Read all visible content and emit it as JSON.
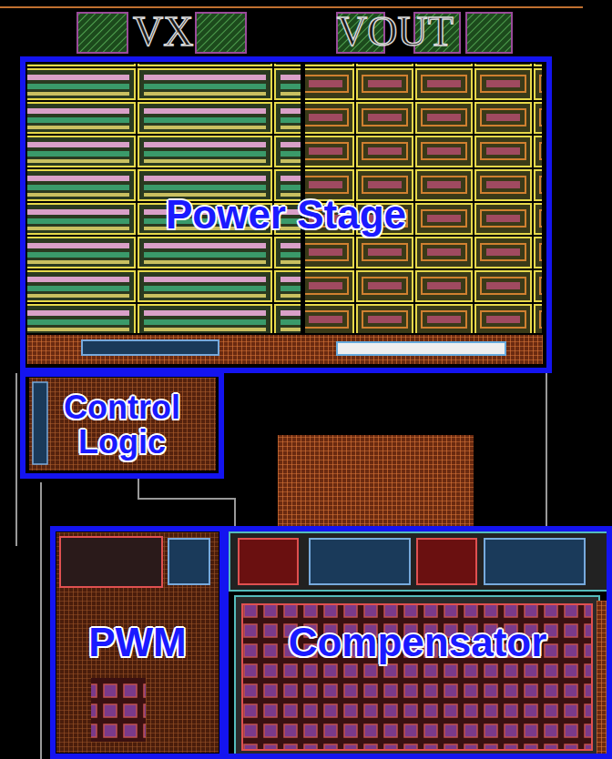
{
  "diagram": {
    "nodes": [
      {
        "text": [
          "Power Stage"
        ]
      },
      {
        "text": [
          "Control Logic"
        ]
      },
      {
        "text": [
          "PWM"
        ]
      },
      {
        "text": [
          "Compensator"
        ]
      }
    ],
    "labels": [
      "VX",
      "VOUT"
    ]
  }
}
